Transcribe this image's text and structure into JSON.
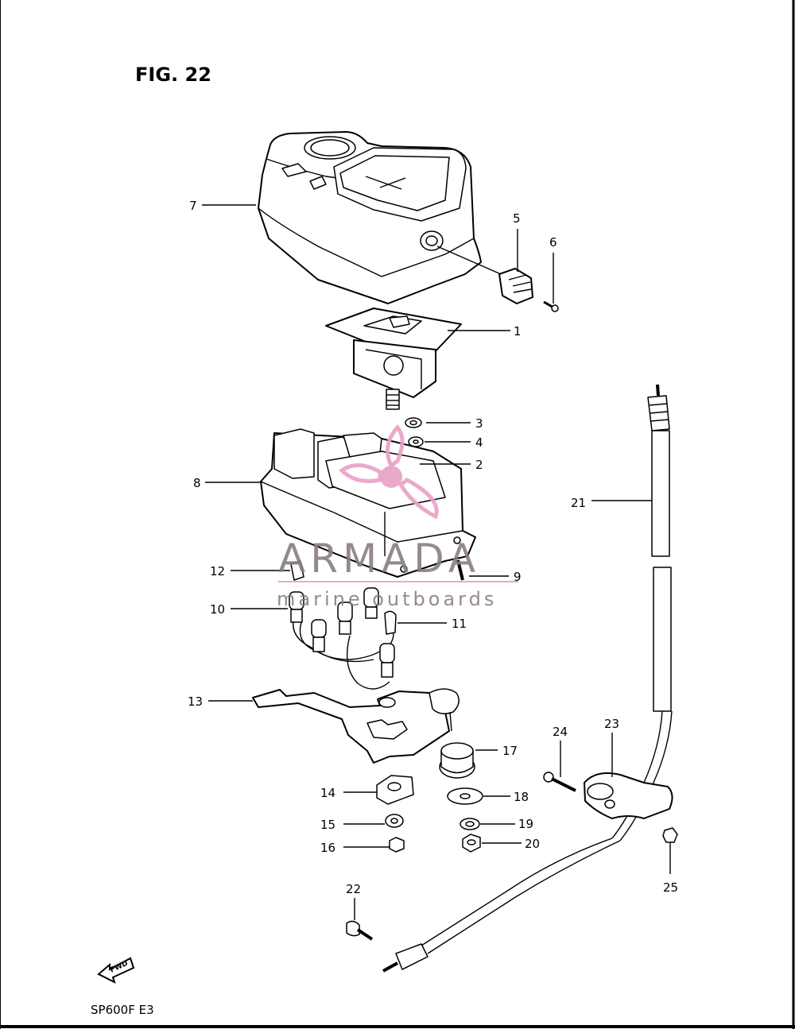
{
  "figure": {
    "title": "FIG. 22",
    "model": "SP600F  E3",
    "direction_label": "FWD"
  },
  "watermark": {
    "brand": "ARMADA",
    "tagline": "marine outboards",
    "color": "#e8a0c6",
    "text_color": "#8a7d84"
  },
  "callouts": [
    {
      "id": "1",
      "label": "1"
    },
    {
      "id": "2",
      "label": "2"
    },
    {
      "id": "3",
      "label": "3"
    },
    {
      "id": "4",
      "label": "4"
    },
    {
      "id": "5",
      "label": "5"
    },
    {
      "id": "6",
      "label": "6"
    },
    {
      "id": "7",
      "label": "7"
    },
    {
      "id": "8",
      "label": "8"
    },
    {
      "id": "9",
      "label": "9"
    },
    {
      "id": "10",
      "label": "10"
    },
    {
      "id": "11",
      "label": "11"
    },
    {
      "id": "12",
      "label": "12"
    },
    {
      "id": "13",
      "label": "13"
    },
    {
      "id": "14",
      "label": "14"
    },
    {
      "id": "15",
      "label": "15"
    },
    {
      "id": "16",
      "label": "16"
    },
    {
      "id": "17",
      "label": "17"
    },
    {
      "id": "18",
      "label": "18"
    },
    {
      "id": "19",
      "label": "19"
    },
    {
      "id": "20",
      "label": "20"
    },
    {
      "id": "21",
      "label": "21"
    },
    {
      "id": "22",
      "label": "22"
    },
    {
      "id": "23",
      "label": "23"
    },
    {
      "id": "24",
      "label": "24"
    },
    {
      "id": "25",
      "label": "25"
    }
  ],
  "icons": [
    "fwd-arrow-icon"
  ]
}
